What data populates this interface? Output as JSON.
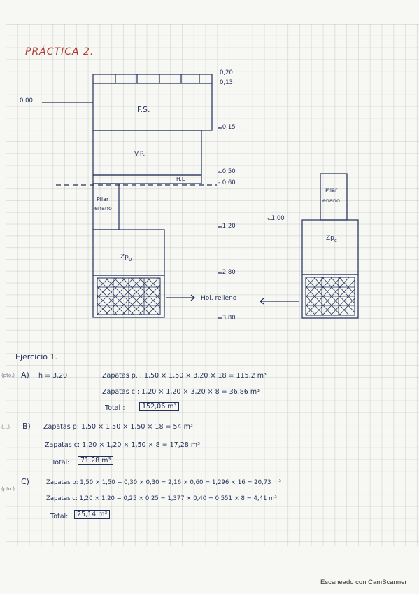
{
  "title": "PRÁCTICA 2.",
  "drawing": {
    "levels": {
      "top1": "0,20",
      "top2": "0,13",
      "zero": "0,00",
      "fs_bottom": "- 0,15",
      "vr_bottom": "- 0,50",
      "hl_bottom": "- 0,60",
      "left_foot_top": "- 1,20",
      "right_foot_top": "- 1,00",
      "fill_top": "- 2,80",
      "fill_bottom": "- 3,80"
    },
    "labels": {
      "fs": "F.S.",
      "vr": "V.R.",
      "hl": "H.L",
      "pillar_left_1": "Pilar",
      "pillar_left_2": "enano",
      "pillar_right_1": "Pilar",
      "pillar_right_2": "enano",
      "footing_left": "Zp",
      "footing_left_sub": "p",
      "footing_right": "Zp",
      "footing_right_sub": "c",
      "fill": "Hol. relleno"
    }
  },
  "exercise": {
    "heading": "Ejercicio 1.",
    "a": {
      "margin": "(pto.)",
      "letter": "A)",
      "h": "h = 3,20",
      "line1": "Zapatas p. :   1,50 × 1,50 × 3,20 × 18  =  115,2 m³",
      "line2": "Zapatas c :   1,20 × 1,20 × 3,20 × 8  =  36,86 m³",
      "total_label": "Total :",
      "total_value": "152,06 m³"
    },
    "b": {
      "margin": "(...)",
      "letter": "B)",
      "line1": "Zapatas p:  1,50 × 1,50 × 1,50 × 18  =  54 m³",
      "line2": "Zapatas c:  1,20 × 1,20 × 1,50 × 8  =  17,28 m³",
      "total_label": "Total:",
      "total_value": "71,28 m³"
    },
    "c": {
      "margin": "(pto.)",
      "letter": "C)",
      "line1": "Zapatas p:  1,50 × 1,50  −  0,30 × 0,30 = 2,16 × 0,60  =  1,296 × 16 = 20,73 m³",
      "line2": "Zapatas c:  1,20 × 1,20  −  0,25 × 0,25 = 1,377 × 0,40  =  0,551 × 8 = 4,41 m³",
      "total_label": "Total:",
      "total_value": "25,14 m³"
    }
  },
  "footer": "Escaneado con CamScanner"
}
